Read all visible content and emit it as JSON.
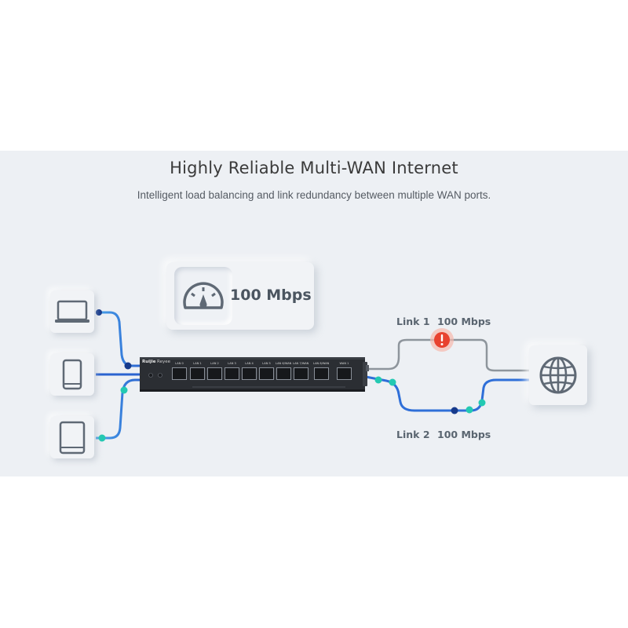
{
  "heading": {
    "title": "Highly Reliable Multi-WAN Internet",
    "subtitle": "Intelligent load balancing and link redundancy between multiple WAN ports."
  },
  "speed_card": {
    "value": "100 Mbps",
    "icon": "speedometer-icon"
  },
  "devices": [
    {
      "name": "laptop",
      "icon": "laptop-icon"
    },
    {
      "name": "phone",
      "icon": "phone-icon"
    },
    {
      "name": "tablet",
      "icon": "tablet-icon"
    }
  ],
  "router": {
    "brand": "Ruijie",
    "sub_brand": "Reyee",
    "ports": [
      "LAN 0",
      "LAN 1",
      "LAN 2",
      "LAN 3",
      "LAN 4",
      "LAN 5",
      "LAN 6/WAN 4",
      "LAN 7/WAN 3",
      "LAN 8/WAN 2",
      "WAN 1"
    ]
  },
  "links": [
    {
      "name": "Link 1",
      "speed": "100 Mbps",
      "status": "failed",
      "color": "#8e959c"
    },
    {
      "name": "Link 2",
      "speed": "100 Mbps",
      "status": "active",
      "color": "#2f6fd8"
    }
  ],
  "internet": {
    "icon": "globe-icon"
  },
  "colors": {
    "accent_blue": "#2f6fd8",
    "accent_teal": "#23c9b2",
    "node_dark": "#163a8c",
    "alert_red": "#e8422f",
    "panel_bg": "#edf0f4"
  }
}
